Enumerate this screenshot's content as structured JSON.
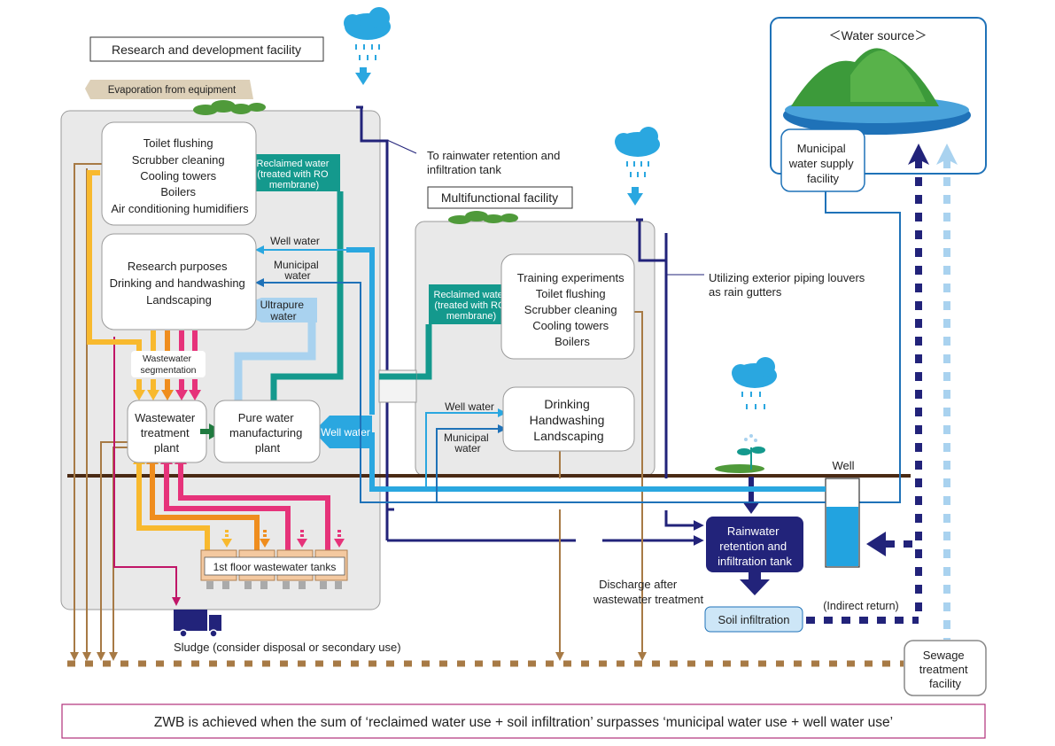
{
  "labels": {
    "rd_facility": "Research and development facility",
    "evaporation": "Evaporation from equipment",
    "rd_top_uses": [
      "Toilet flushing",
      "Scrubber cleaning",
      "Cooling towers",
      "Boilers",
      "Air conditioning humidifiers"
    ],
    "reclaimed_rd": [
      "Reclaimed water",
      "(treated with RO",
      "membrane)"
    ],
    "well_water": "Well water",
    "municipal_water_2": [
      "Municipal",
      "water"
    ],
    "rd_mid_uses": [
      "Research purposes",
      "Drinking and handwashing",
      "Landscaping"
    ],
    "ultrapure": [
      "Ultrapure",
      "water"
    ],
    "ww_segmentation": [
      "Wastewater",
      "segmentation"
    ],
    "wwtp": [
      "Wastewater",
      "treatment",
      "plant"
    ],
    "pure_water_plant": [
      "Pure water",
      "manufacturing",
      "plant"
    ],
    "well_water_tag": "Well water",
    "tanks_1f": "1st floor wastewater tanks",
    "sludge": "Sludge (consider disposal or secondary use)",
    "to_rain_tank": [
      "To rainwater retention and",
      "infiltration tank"
    ],
    "multi_facility": "Multifunctional facility",
    "reclaimed_mf": [
      "Reclaimed water",
      "(treated with RO",
      "membrane)"
    ],
    "mf_top_uses": [
      "Training experiments",
      "Toilet flushing",
      "Scrubber cleaning",
      "Cooling towers",
      "Boilers"
    ],
    "well_water_mf": "Well water",
    "municipal_water_mf": [
      "Municipal",
      "water"
    ],
    "mf_bottom_uses": [
      "Drinking",
      "Handwashing",
      "Landscaping"
    ],
    "louvers": [
      "Utilizing exterior piping louvers",
      "as rain gutters"
    ],
    "discharge": [
      "Discharge after",
      "wastewater treatment"
    ],
    "rain_tank": [
      "Rainwater",
      "retention and",
      "infiltration tank"
    ],
    "soil_infiltration": "Soil infiltration",
    "well": "Well",
    "indirect_return": "(Indirect return)",
    "water_source": "＜Water source＞",
    "municipal_supply": [
      "Municipal",
      "water supply",
      "facility"
    ],
    "sewage": [
      "Sewage",
      "treatment",
      "facility"
    ],
    "zwb": "ZWB is achieved when the sum of ‘reclaimed water use + soil infiltration’ surpasses ‘municipal water use + well water use’"
  },
  "colors": {
    "navy": "#22237a",
    "teal": "#14998d",
    "sky": "#2aa7e0",
    "light_sky": "#a9d2ef",
    "mid_blue": "#1f72b8",
    "brown": "#a77a45",
    "yellow": "#f8b92e",
    "orange": "#ef8d1e",
    "pink": "#e6337a",
    "magenta": "#c01567",
    "ground": "#4a2a14"
  },
  "icons": [
    "rain-cloud-icon",
    "tree-icon",
    "mountain-lake-icon",
    "truck-icon",
    "sprout-icon"
  ]
}
